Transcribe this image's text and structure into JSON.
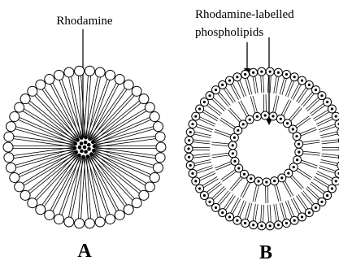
{
  "figure": {
    "panel_a": {
      "letter": "A",
      "label": "Rhodamine",
      "bilayer": false,
      "core": "rhodamine dots"
    },
    "panel_b": {
      "letter": "B",
      "label_line1": "Rhodamine-labelled",
      "label_line2": "phospholipids",
      "bilayer": true,
      "core": "aqueous lumen"
    },
    "colors": {
      "ink": "#000000",
      "background": "#ffffff"
    }
  }
}
